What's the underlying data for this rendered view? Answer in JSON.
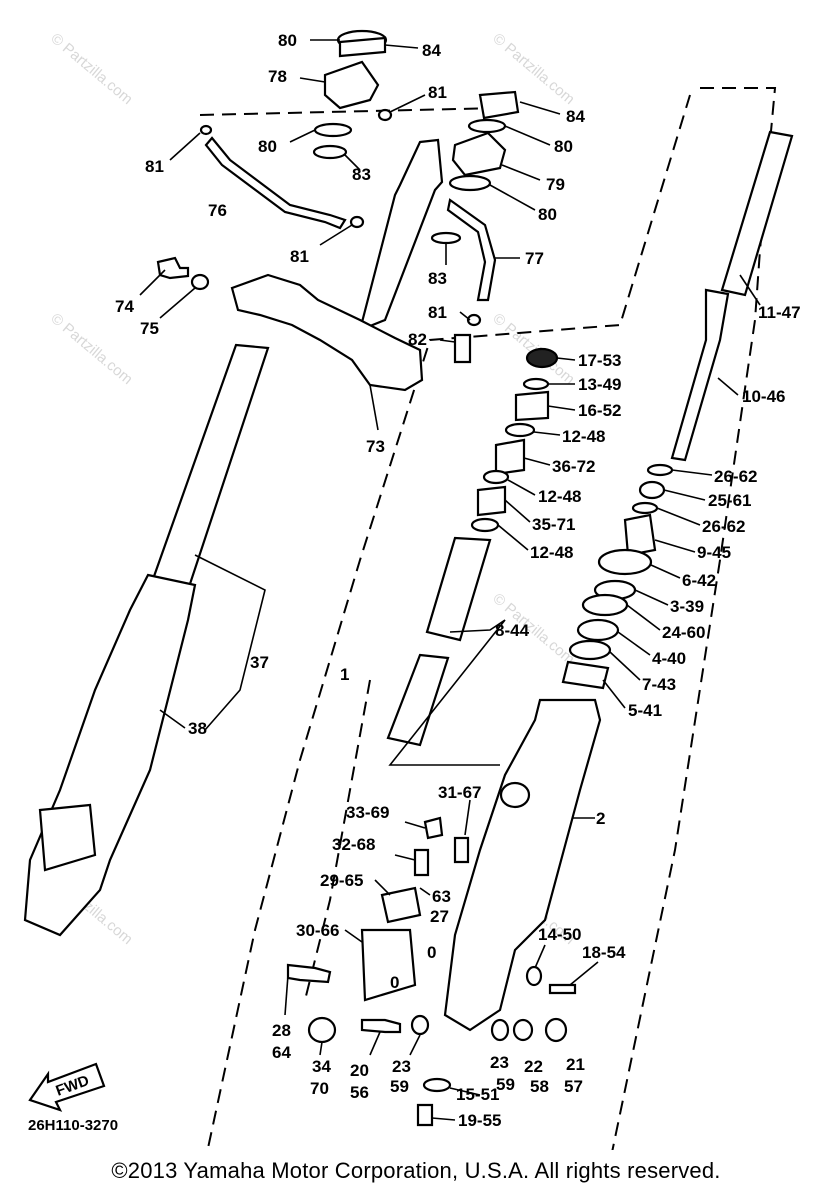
{
  "labels": [
    {
      "text": "80"
    },
    {
      "text": "84"
    },
    {
      "text": "78"
    },
    {
      "text": "81"
    },
    {
      "text": "84"
    },
    {
      "text": "81"
    },
    {
      "text": "80"
    },
    {
      "text": "80"
    },
    {
      "text": "83"
    },
    {
      "text": "79"
    },
    {
      "text": "76"
    },
    {
      "text": "80"
    },
    {
      "text": "81"
    },
    {
      "text": "77"
    },
    {
      "text": "83"
    },
    {
      "text": "74"
    },
    {
      "text": "75"
    },
    {
      "text": "11-47"
    },
    {
      "text": "81"
    },
    {
      "text": "82"
    },
    {
      "text": "17-53"
    },
    {
      "text": "13-49"
    },
    {
      "text": "10-46"
    },
    {
      "text": "16-52"
    },
    {
      "text": "73"
    },
    {
      "text": "12-48"
    },
    {
      "text": "36-72"
    },
    {
      "text": "26-62"
    },
    {
      "text": "25-61"
    },
    {
      "text": "12-48"
    },
    {
      "text": "26-62"
    },
    {
      "text": "35-71"
    },
    {
      "text": "9-45"
    },
    {
      "text": "12-48"
    },
    {
      "text": "6-42"
    },
    {
      "text": "3-39"
    },
    {
      "text": "8-44"
    },
    {
      "text": "24-60"
    },
    {
      "text": "37"
    },
    {
      "text": "4-40"
    },
    {
      "text": "1"
    },
    {
      "text": "7-43"
    },
    {
      "text": "5-41"
    },
    {
      "text": "38"
    },
    {
      "text": "31-67"
    },
    {
      "text": "33-69"
    },
    {
      "text": "2"
    },
    {
      "text": "32-68"
    },
    {
      "text": "29-65"
    },
    {
      "text": "63"
    },
    {
      "text": "27"
    },
    {
      "text": "30-66"
    },
    {
      "text": "14-50"
    },
    {
      "text": "18-54"
    },
    {
      "text": "0"
    },
    {
      "text": "0"
    },
    {
      "text": "28"
    },
    {
      "text": "64"
    },
    {
      "text": "34"
    },
    {
      "text": "70"
    },
    {
      "text": "20"
    },
    {
      "text": "56"
    },
    {
      "text": "23"
    },
    {
      "text": "59"
    },
    {
      "text": "23"
    },
    {
      "text": "59"
    },
    {
      "text": "22"
    },
    {
      "text": "58"
    },
    {
      "text": "21"
    },
    {
      "text": "57"
    },
    {
      "text": "15-51"
    },
    {
      "text": "19-55"
    }
  ],
  "front_arrow": "FWD",
  "diagram_code": "26H110-3270",
  "watermark": "© Partzilla.com",
  "copyright": "©2013  Yamaha Motor Corporation, U.S.A. All rights reserved."
}
